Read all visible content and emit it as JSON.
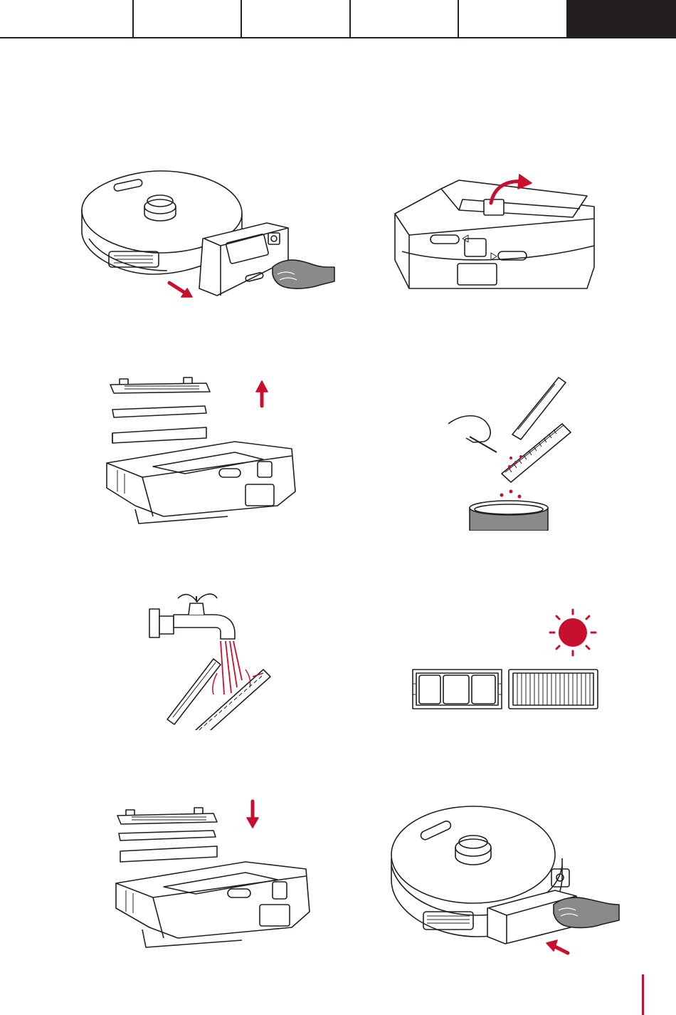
{
  "header": {
    "tabs": [
      {
        "label": "",
        "active": false
      },
      {
        "label": "",
        "active": false
      },
      {
        "label": "",
        "active": false
      },
      {
        "label": "",
        "active": false
      },
      {
        "label": "",
        "active": false
      },
      {
        "label": "",
        "active": true
      }
    ]
  },
  "colors": {
    "line": "#231f20",
    "accent": "#c8102e",
    "fill_light": "#ffffff",
    "fill_gray": "#8a8a8a",
    "tab_active": "#231f20"
  },
  "steps": [
    {
      "icon": "remove-dustbin-illustration"
    },
    {
      "icon": "open-dustbin-lid-illustration"
    },
    {
      "icon": "remove-filter-illustration"
    },
    {
      "icon": "tap-filter-over-trash-illustration"
    },
    {
      "icon": "rinse-filter-illustration"
    },
    {
      "icon": "dry-filter-in-sun-illustration"
    },
    {
      "icon": "reinstall-filter-illustration"
    },
    {
      "icon": "insert-dustbin-illustration"
    }
  ]
}
